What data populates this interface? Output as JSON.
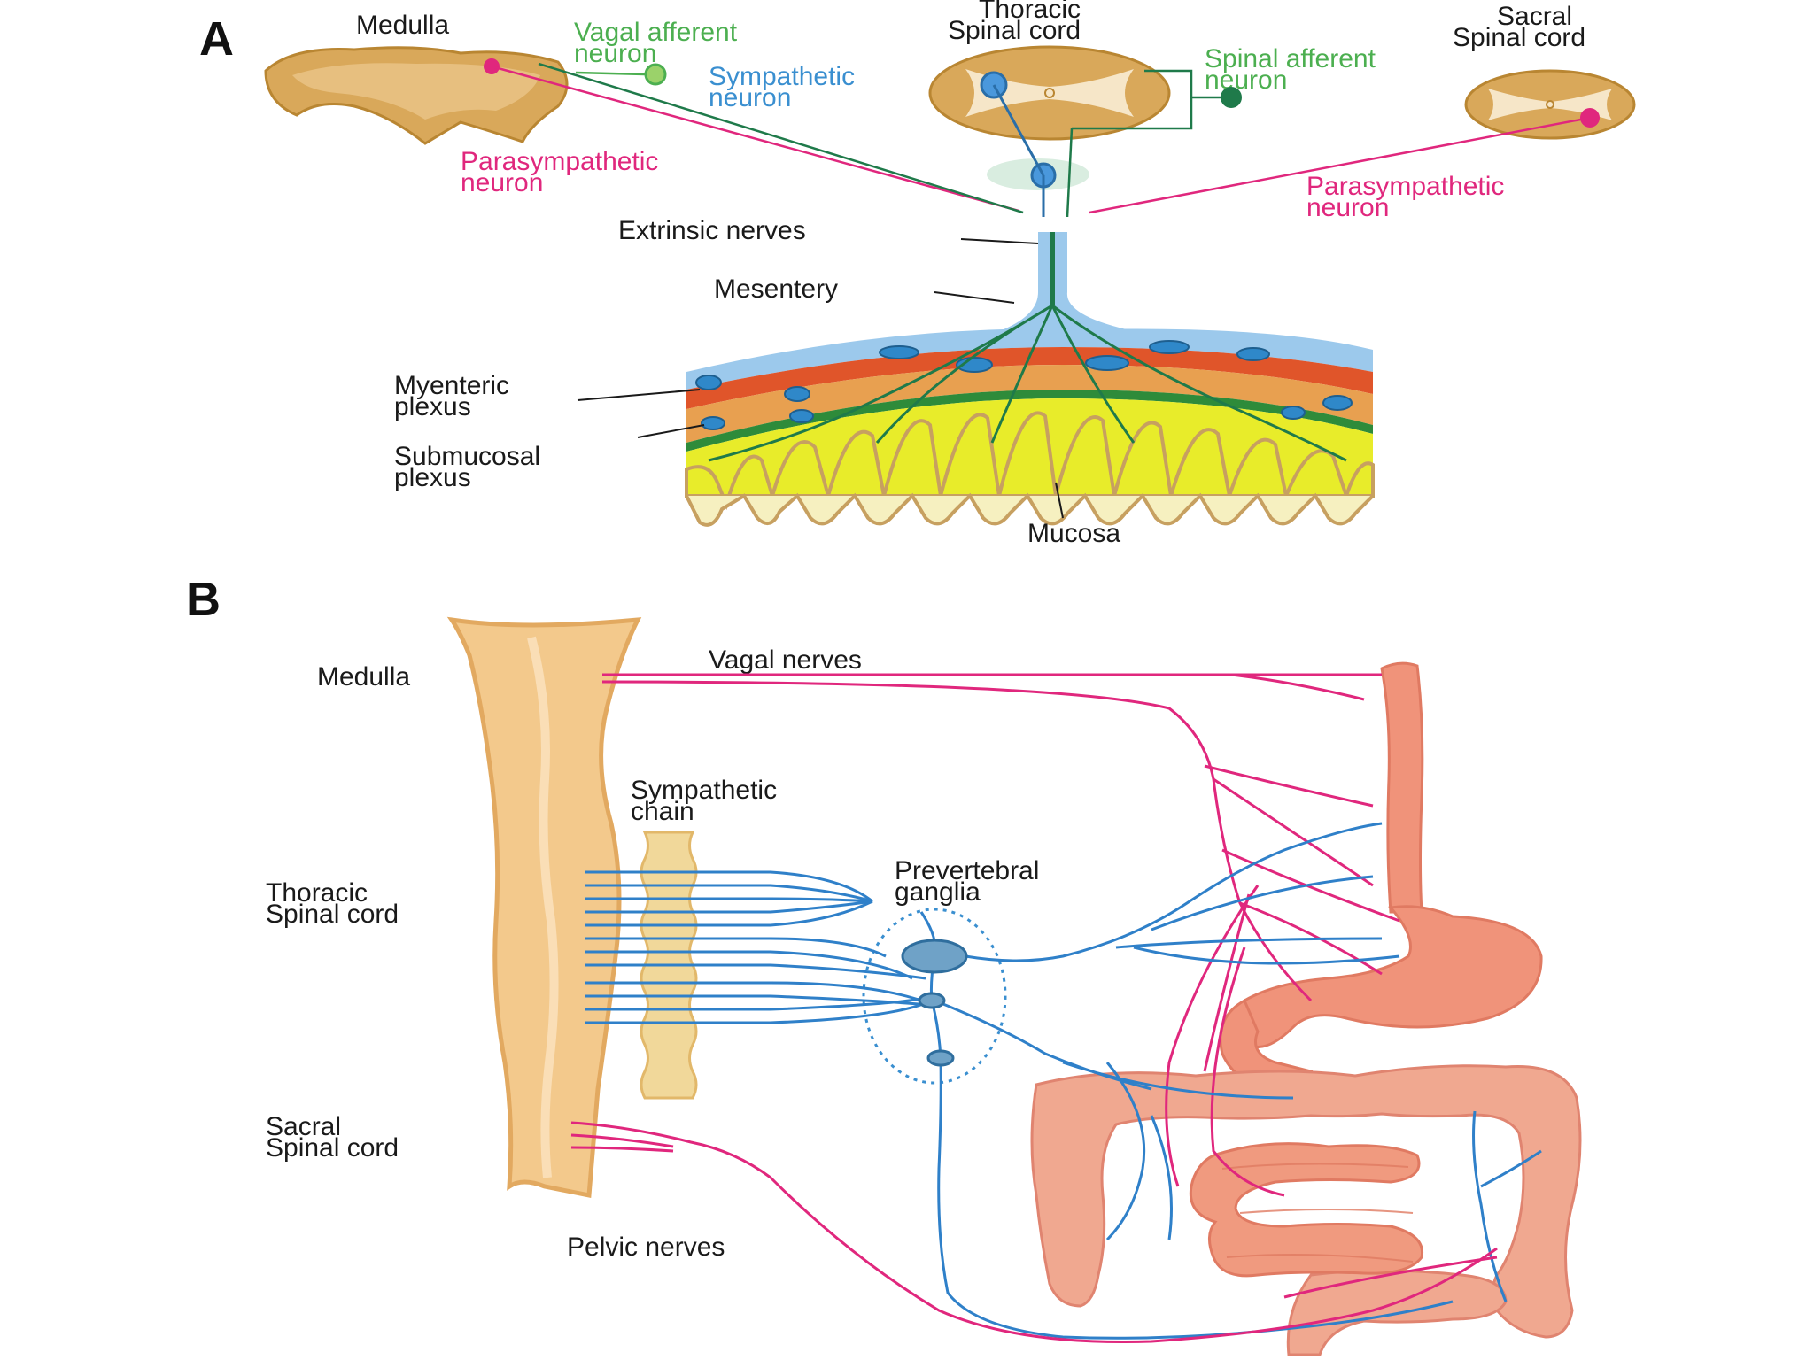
{
  "colors": {
    "tissue": "#d9a85a",
    "tissue_light": "#f6e6c8",
    "parasympathetic": "#e0277d",
    "sympathetic": "#3a8fd0",
    "vagal_afferent": "#4caf50",
    "spinal_afferent": "#1f7a4a",
    "gut": "#f0937a",
    "mucosa_fill": "#e8ec2a",
    "mesentery": "#9cc9ec"
  },
  "panel_a": {
    "letter": "A",
    "medulla": "Medulla",
    "vagal_afferent": [
      "Vagal afferent",
      "neuron"
    ],
    "thoracic": [
      "Thoracic",
      "Spinal cord"
    ],
    "sympathetic": [
      "Sympathetic",
      "neuron"
    ],
    "spinal_afferent": [
      "Spinal afferent",
      "neuron"
    ],
    "sacral": [
      "Sacral",
      "Spinal cord"
    ],
    "parasympathetic_left": [
      "Parasympathetic",
      "neuron"
    ],
    "parasympathetic_right": [
      "Parasympathetic",
      "neuron"
    ],
    "extrinsic": "Extrinsic nerves",
    "mesentery": "Mesentery",
    "myenteric": [
      "Myenteric",
      "plexus"
    ],
    "submucosal": [
      "Submucosal",
      "plexus"
    ],
    "mucosa": "Mucosa"
  },
  "panel_b": {
    "letter": "B",
    "medulla": "Medulla",
    "vagal": "Vagal nerves",
    "sympathetic_chain": [
      "Sympathetic",
      "chain"
    ],
    "thoracic": [
      "Thoracic",
      "Spinal cord"
    ],
    "prevertebral": [
      "Prevertebral",
      "ganglia"
    ],
    "sacral": [
      "Sacral",
      "Spinal cord"
    ],
    "pelvic": "Pelvic nerves"
  }
}
